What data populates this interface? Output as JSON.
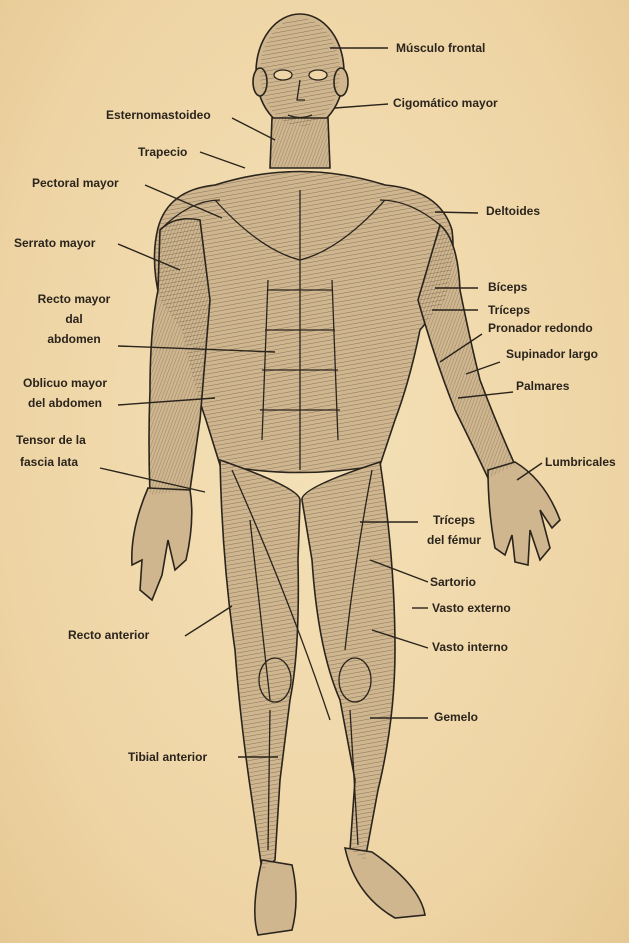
{
  "labels": {
    "musculo_frontal": "Músculo frontal",
    "cigomatico_mayor": "Cigomático mayor",
    "esternomastoideo": "Esternomastoideo",
    "trapecio": "Trapecio",
    "pectoral_mayor": "Pectoral mayor",
    "deltoides": "Deltoides",
    "serrato_mayor": "Serrato mayor",
    "biceps": "Bíceps",
    "triceps": "Tríceps",
    "recto_mayor_1": "Recto mayor",
    "recto_mayor_2": "dal",
    "recto_mayor_3": "abdomen",
    "pronador_redondo": "Pronador redondo",
    "supinador_largo": "Supinador largo",
    "oblicuo_1": "Oblicuo mayor",
    "oblicuo_2": "del abdomen",
    "palmares": "Palmares",
    "tensor_1": "Tensor de la",
    "tensor_2": "fascia lata",
    "lumbricales": "Lumbricales",
    "triceps_femur_1": "Tríceps",
    "triceps_femur_2": "del fémur",
    "sartorio": "Sartorio",
    "vasto_externo": "Vasto externo",
    "recto_anterior": "Recto anterior",
    "vasto_interno": "Vasto interno",
    "gemelo": "Gemelo",
    "tibial_anterior": "Tibial anterior"
  },
  "colors": {
    "paper": "#efd6a8",
    "ink": "#2a241c",
    "muscle_shade": "#c9b08a"
  }
}
